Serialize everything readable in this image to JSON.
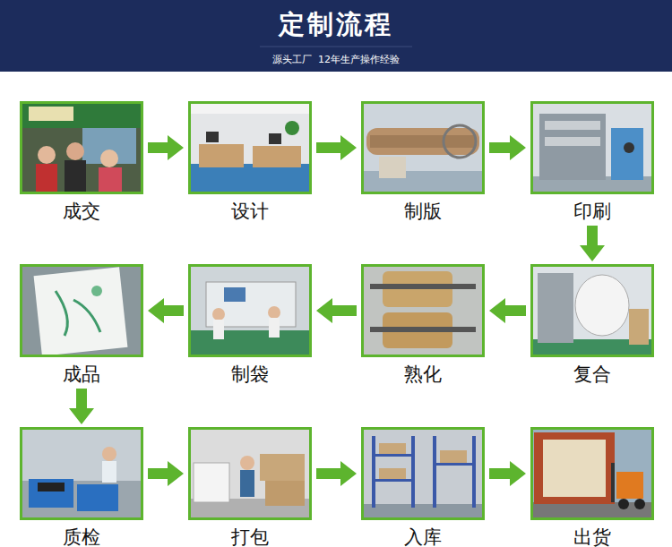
{
  "diagram": {
    "title": "定制流程",
    "nodes": [
      {
        "text": [
          "成交"
        ]
      },
      {
        "text": [
          "设计"
        ]
      },
      {
        "text": [
          "制版"
        ]
      },
      {
        "text": [
          "印刷"
        ]
      },
      {
        "text": [
          "复合"
        ]
      },
      {
        "text": [
          "熟化"
        ]
      },
      {
        "text": [
          "制袋"
        ]
      },
      {
        "text": [
          "成品"
        ]
      },
      {
        "text": [
          "质检"
        ]
      },
      {
        "text": [
          "打包"
        ]
      },
      {
        "text": [
          "入库"
        ]
      },
      {
        "text": [
          "出货"
        ]
      }
    ],
    "edges": [
      {
        "from": 0,
        "to": 1,
        "arrow": "to"
      },
      {
        "from": 1,
        "to": 2,
        "arrow": "to"
      },
      {
        "from": 2,
        "to": 3,
        "arrow": "to"
      },
      {
        "from": 3,
        "to": 4,
        "arrow": "to"
      },
      {
        "from": 4,
        "to": 5,
        "arrow": "to"
      },
      {
        "from": 5,
        "to": 6,
        "arrow": "to"
      },
      {
        "from": 6,
        "to": 7,
        "arrow": "to"
      },
      {
        "from": 7,
        "to": 8,
        "arrow": "to"
      },
      {
        "from": 8,
        "to": 9,
        "arrow": "to"
      },
      {
        "from": 9,
        "to": 10,
        "arrow": "to"
      },
      {
        "from": 10,
        "to": 11,
        "arrow": "to"
      }
    ],
    "labels": [
      "源头工厂  12年生产操作经验"
    ]
  }
}
